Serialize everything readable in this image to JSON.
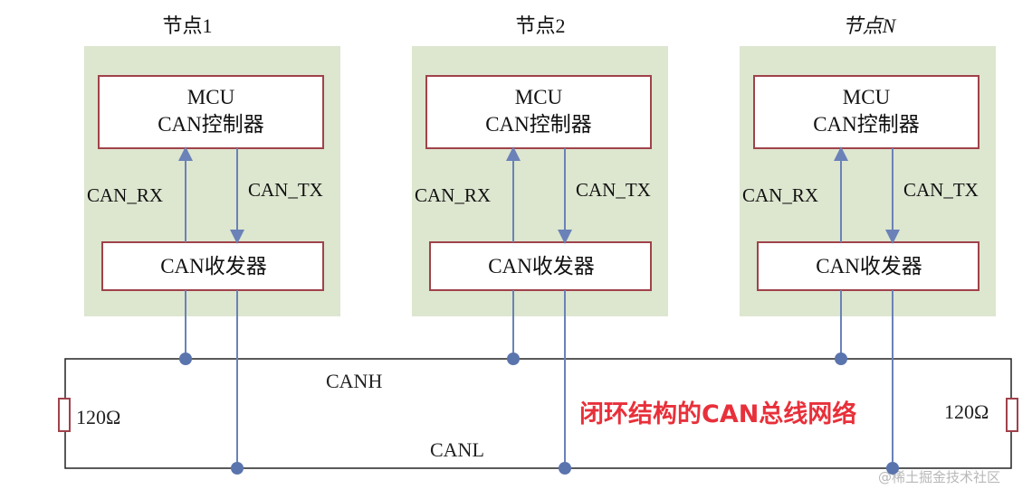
{
  "nodes": [
    {
      "title": "节点1",
      "mcu_line1": "MCU",
      "mcu_line2": "CAN控制器",
      "rx_label": "CAN_RX",
      "tx_label": "CAN_TX",
      "transceiver": "CAN收发器"
    },
    {
      "title": "节点2",
      "mcu_line1": "MCU",
      "mcu_line2": "CAN控制器",
      "rx_label": "CAN_RX",
      "tx_label": "CAN_TX",
      "transceiver": "CAN收发器"
    },
    {
      "title": "节点N",
      "mcu_line1": "MCU",
      "mcu_line2": "CAN控制器",
      "rx_label": "CAN_RX",
      "tx_label": "CAN_TX",
      "transceiver": "CAN收发器"
    }
  ],
  "bus": {
    "canh_label": "CANH",
    "canl_label": "CANL",
    "resistor_left": "120Ω",
    "resistor_right": "120Ω"
  },
  "caption": "闭环结构的CAN总线网络",
  "watermark": "@稀土掘金技术社区",
  "colors": {
    "node_bg": "#dde6cf",
    "box_border": "#a0424a",
    "wire": "#6a82b8",
    "dot": "#5a74ad",
    "caption": "#e8303a",
    "bus_line": "#222222"
  }
}
